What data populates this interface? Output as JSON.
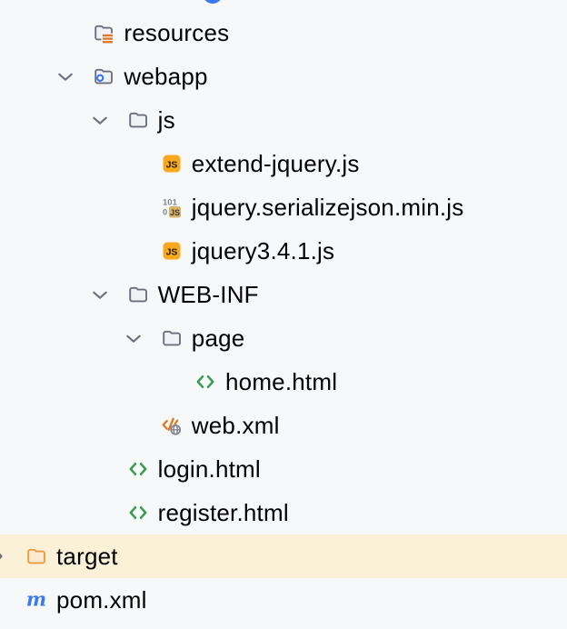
{
  "app": "ide-project-tree",
  "colors": {
    "background": "#F7F8FA",
    "row_highlight": "#FBF1D9",
    "text": "#010101",
    "chevron": "#6D717E",
    "folder_stroke": "#6C707E",
    "folder_fill": "#F1F2F5",
    "resources_badge_orange": "#DD7927",
    "webapp_ring_blue": "#3574F0",
    "js_icon_bg": "#F7A81C",
    "js_icon_text": "#1F1F1F",
    "minjs_digits_gray": "#828694",
    "minjs_square_tan": "#D9B267",
    "html_green": "#349B4F",
    "xml_orange": "#E2731A",
    "globe_gray": "#7F8490",
    "maven_blue": "#3C79F0",
    "partial_circle_blue": "#3B78F2"
  },
  "tree": {
    "rows": [
      {
        "label": "resources",
        "icon": "folder-resources",
        "level": 2,
        "chevron": null,
        "highlighted": false
      },
      {
        "label": "webapp",
        "icon": "folder-webapp",
        "level": 2,
        "chevron": "down",
        "highlighted": false
      },
      {
        "label": "js",
        "icon": "folder",
        "level": 3,
        "chevron": "down",
        "highlighted": false
      },
      {
        "label": "extend-jquery.js",
        "icon": "js-file",
        "level": 4,
        "chevron": null,
        "highlighted": false
      },
      {
        "label": "jquery.serializejson.min.js",
        "icon": "minified-js-file",
        "level": 4,
        "chevron": null,
        "highlighted": false
      },
      {
        "label": "jquery3.4.1.js",
        "icon": "js-file",
        "level": 4,
        "chevron": null,
        "highlighted": false
      },
      {
        "label": "WEB-INF",
        "icon": "folder",
        "level": 3,
        "chevron": "down",
        "highlighted": false
      },
      {
        "label": "page",
        "icon": "folder",
        "level": 4,
        "chevron": "down",
        "highlighted": false
      },
      {
        "label": "home.html",
        "icon": "html-file",
        "level": 5,
        "chevron": null,
        "highlighted": false
      },
      {
        "label": "web.xml",
        "icon": "webxml-file",
        "level": 4,
        "chevron": null,
        "highlighted": false
      },
      {
        "label": "login.html",
        "icon": "html-file",
        "level": 3,
        "chevron": null,
        "highlighted": false
      },
      {
        "label": "register.html",
        "icon": "html-file",
        "level": 3,
        "chevron": null,
        "highlighted": false
      },
      {
        "label": "target",
        "icon": "folder-target",
        "level": 0,
        "chevron": "right",
        "highlighted": true
      },
      {
        "label": "pom.xml",
        "icon": "maven-file",
        "level": 0,
        "chevron": null,
        "highlighted": false
      }
    ],
    "partial_top_icon": "blue-circle-partial"
  }
}
